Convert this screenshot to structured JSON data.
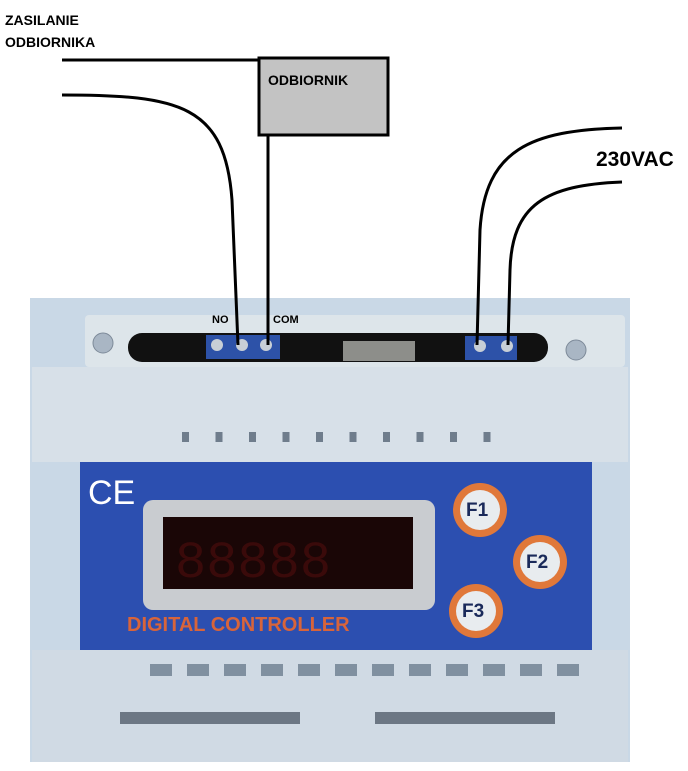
{
  "labels": {
    "supply_line1": "ZASILANIE",
    "supply_line2": "ODBIORNIKA",
    "load": "ODBIORNIK",
    "mains": "230VAC",
    "terminal_no": "NO",
    "terminal_com": "COM"
  },
  "device": {
    "brand_mark": "CE",
    "name": "DIGITAL CONTROLLER",
    "buttons": [
      "F1",
      "F2",
      "F3"
    ]
  },
  "colors": {
    "panel": "#2c4fb0",
    "accent": "#e0783a",
    "housing": "#d4dee6"
  }
}
